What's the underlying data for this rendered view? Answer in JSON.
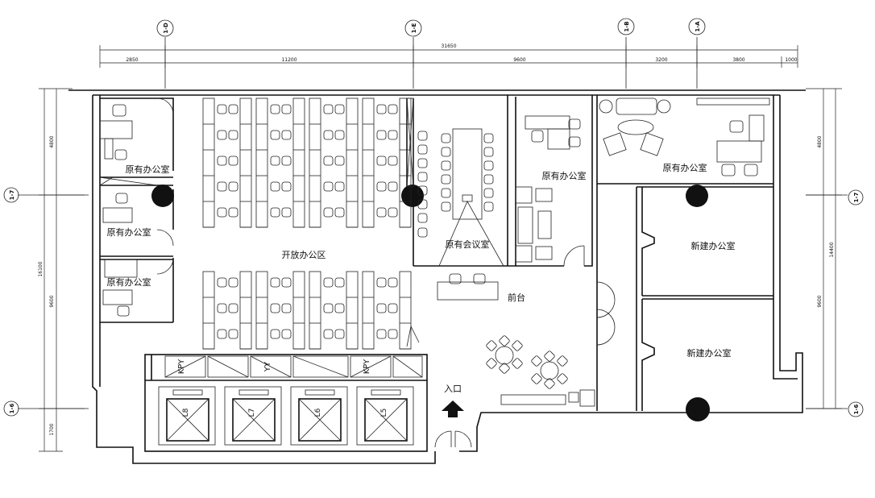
{
  "dimensions": {
    "total": "31650",
    "segments": [
      "2850",
      "11200",
      "9600",
      "3200",
      "3800",
      "1000"
    ],
    "left": [
      "4800",
      "9600",
      "1700"
    ],
    "left_total": "16100",
    "right": [
      "4800",
      "9600"
    ],
    "right_total": "14400"
  },
  "axes": {
    "top": [
      "1-D",
      "1-E",
      "1-B",
      "1-A"
    ],
    "left": [
      "1-7",
      "1-6"
    ],
    "right": [
      "1-7",
      "1-6"
    ]
  },
  "rooms": {
    "office_top_left": "原有办公室",
    "office_mid_left": "原有办公室",
    "office_low_left": "原有办公室",
    "open_office": "开放办公区",
    "meeting": "原有会议室",
    "office_center": "原有办公室",
    "office_top_right": "原有办公室",
    "new_office_1": "新建办公室",
    "new_office_2": "新建办公室",
    "reception": "前台",
    "entrance": "入口"
  },
  "elevators": [
    "L8",
    "L7",
    "L6",
    "L5"
  ],
  "shafts": [
    "KPY",
    "YY",
    "KPY"
  ]
}
